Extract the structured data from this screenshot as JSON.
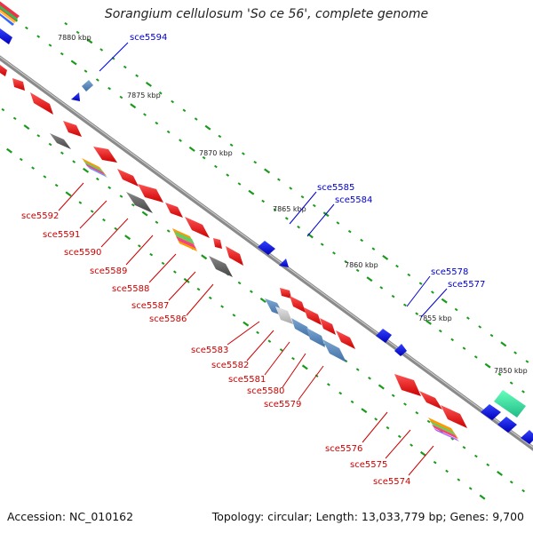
{
  "title": "Sorangium cellulosum 'So ce 56', complete genome",
  "footer": {
    "accession": "Accession: NC_010162",
    "summary": "Topology: circular; Length: 13,033,779 bp; Genes: 9,700"
  },
  "colors": {
    "forward_label": "#0000cc",
    "reverse_label": "#cc0000",
    "backbone": "#888888",
    "tick": "#1a9a1a"
  },
  "kbp_markers": [
    "7880 kbp",
    "7875 kbp",
    "7870 kbp",
    "7865 kbp",
    "7860 kbp",
    "7855 kbp",
    "7850 kbp"
  ],
  "gene_labels_forward": [
    "sce5594",
    "sce5585",
    "sce5584",
    "sce5578",
    "sce5577"
  ],
  "gene_labels_reverse": [
    "sce5592",
    "sce5591",
    "sce5590",
    "sce5589",
    "sce5588",
    "sce5587",
    "sce5586",
    "sce5583",
    "sce5582",
    "sce5581",
    "sce5580",
    "sce5579",
    "sce5576",
    "sce5575",
    "sce5574"
  ]
}
